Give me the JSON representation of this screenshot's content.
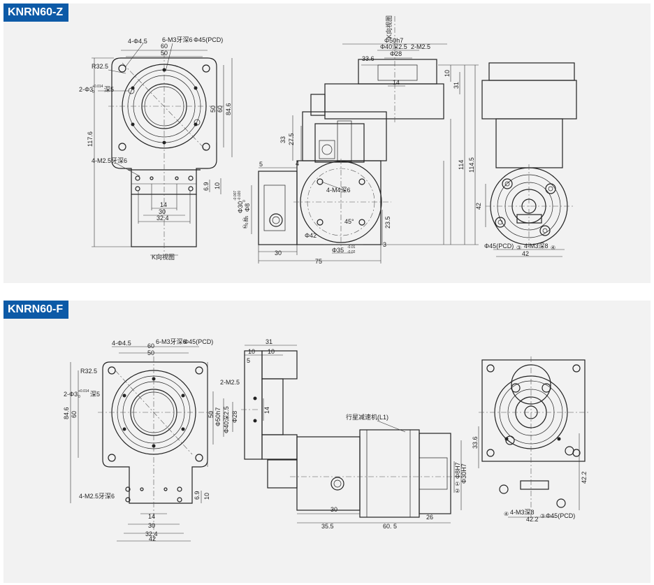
{
  "sections": {
    "z": {
      "title": "KNRN60-Z",
      "labels": {
        "holes4": "4-Φ4.5",
        "holes6": "6-M3牙深6",
        "pcd": "Φ45(PCD)",
        "r": "R32.5",
        "pin": "2-Φ3",
        "pin_sup": "+0.014",
        "pin_sub": "0",
        "pin_depth": "深5",
        "m25": "4-M2.5牙深6",
        "d60": "60",
        "d50": "50",
        "d50v": "50",
        "d60v": "60",
        "d846": "84.6",
        "d1176": "117.6",
        "d69": "6.9",
        "d10": "10",
        "d14": "14",
        "d30": "30",
        "d324": "32.4",
        "kview_bottom": "K向视图",
        "kview_top": "K向视图",
        "phi50h7": "Φ50h7",
        "phi40": "Φ40深2.5",
        "m25b": "2-M2.5",
        "phi28": "Φ28",
        "d336": "33.6",
        "d14b": "14",
        "d10b": "10",
        "d31": "31",
        "d33": "33",
        "d275": "27.5",
        "d4": "4",
        "d5": "5",
        "m4": "4-M4深6",
        "phi30": "Φ30",
        "phi30_sup": "-0.007",
        "phi30_sub": "-0.020",
        "phi8": "Φ8",
        "phi8_sup": "0",
        "phi8_sub": "-0.015",
        "circ1": "①",
        "circ2": "②",
        "ang45": "45°",
        "d235": "23.5",
        "d3": "3",
        "phi42": "Φ42",
        "phi35": "Φ35",
        "phi35_sup": "-0.01",
        "phi35_sub": "-0.02",
        "d30b": "30",
        "d75": "75",
        "d114": "114",
        "d1145": "114.5",
        "d42": "42",
        "pcd45": "Φ45(PCD)",
        "circ3": "③",
        "m3": "4-M3深8",
        "circ4": "④",
        "d42b": "42"
      }
    },
    "f": {
      "title": "KNRN60-F",
      "labels": {
        "holes4": "4-Φ4.5",
        "holes6": "6-M3牙深6",
        "pcd": "Φ45(PCD)",
        "d60": "60",
        "d50": "50",
        "r": "R32.5",
        "pin": "2-Φ3",
        "pin_sup": "+0.014",
        "pin_sub": "0",
        "pin_depth": "深5",
        "d846": "84.6",
        "d60v": "60",
        "d50v": "50",
        "m25": "4-M2.5牙深6",
        "d69": "6.9",
        "d10": "10",
        "d14": "14",
        "d30": "30",
        "d324": "32.4",
        "d42": "42",
        "d31": "31",
        "d10a": "10",
        "d10b": "10",
        "d5": "5",
        "m25b": "2-M2.5",
        "phi50h7": "Φ50h7",
        "phi40": "Φ40深2.5",
        "phi28": "Φ28",
        "d14b": "14",
        "reducer": "行星减速机(L1)",
        "phi8h7": "Φ8H7",
        "phi30h7": "Φ30H7",
        "circ1": "①",
        "circ2": "②",
        "d30b": "30",
        "d355": "35.5",
        "d605": "60. 5",
        "d26": "26",
        "d336": "33.6",
        "d422": "42.2",
        "m3": "4-M3深8",
        "circ4": "④",
        "circ3": "③",
        "pcd45": "Φ45(PCD)",
        "d422b": "42.2"
      }
    }
  }
}
